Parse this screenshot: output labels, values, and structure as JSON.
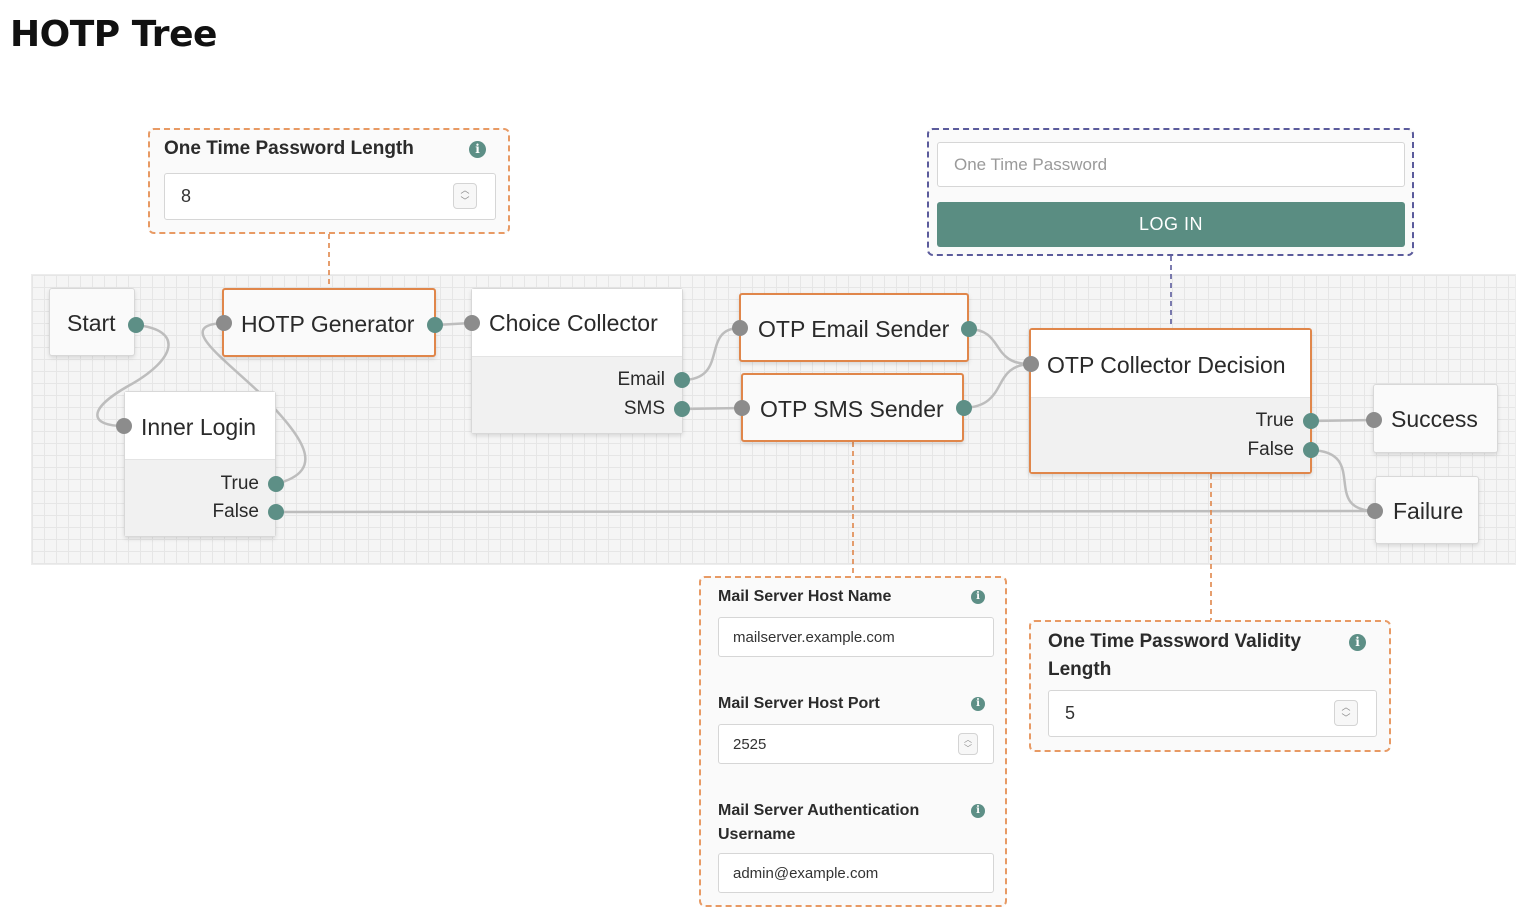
{
  "title": "HOTP Tree",
  "nodes": {
    "start": {
      "title": "Start"
    },
    "hotp_generator": {
      "title": "HOTP Generator"
    },
    "choice_collector": {
      "title": "Choice Collector",
      "outcomes": [
        "Email",
        "SMS"
      ]
    },
    "otp_email_sender": {
      "title": "OTP Email Sender"
    },
    "otp_sms_sender": {
      "title": "OTP SMS Sender"
    },
    "otp_collector_decision": {
      "title": "OTP Collector Decision",
      "outcomes": [
        "True",
        "False"
      ]
    },
    "inner_login": {
      "title": "Inner Login",
      "outcomes": [
        "True",
        "False"
      ]
    },
    "success": {
      "title": "Success"
    },
    "failure": {
      "title": "Failure"
    }
  },
  "panels": {
    "otp_length": {
      "label": "One Time Password Length",
      "value": "8",
      "icon": "info-icon"
    },
    "login_page": {
      "placeholder": "One Time Password",
      "button_label": "LOG IN"
    },
    "mail_server": {
      "host_name_label": "Mail Server Host Name",
      "host_name_value": "mailserver.example.com",
      "host_port_label": "Mail Server Host Port",
      "host_port_value": "2525",
      "auth_username_label_line1": "Mail Server Authentication",
      "auth_username_label_line2": "Username",
      "auth_username_value": "admin@example.com"
    },
    "otp_validity": {
      "label_line1": "One Time Password Validity",
      "label_line2": "Length",
      "value": "5"
    }
  },
  "stepper_glyphs": {
    "up": "︿",
    "down": "﹀"
  },
  "info_glyph": "i",
  "colors": {
    "accent_teal": "#5a8d82",
    "port_output": "#5d8f86",
    "port_input": "#8c8c8c",
    "highlight_orange": "#e0864a",
    "panel_border_blue": "#5b5b9c"
  }
}
